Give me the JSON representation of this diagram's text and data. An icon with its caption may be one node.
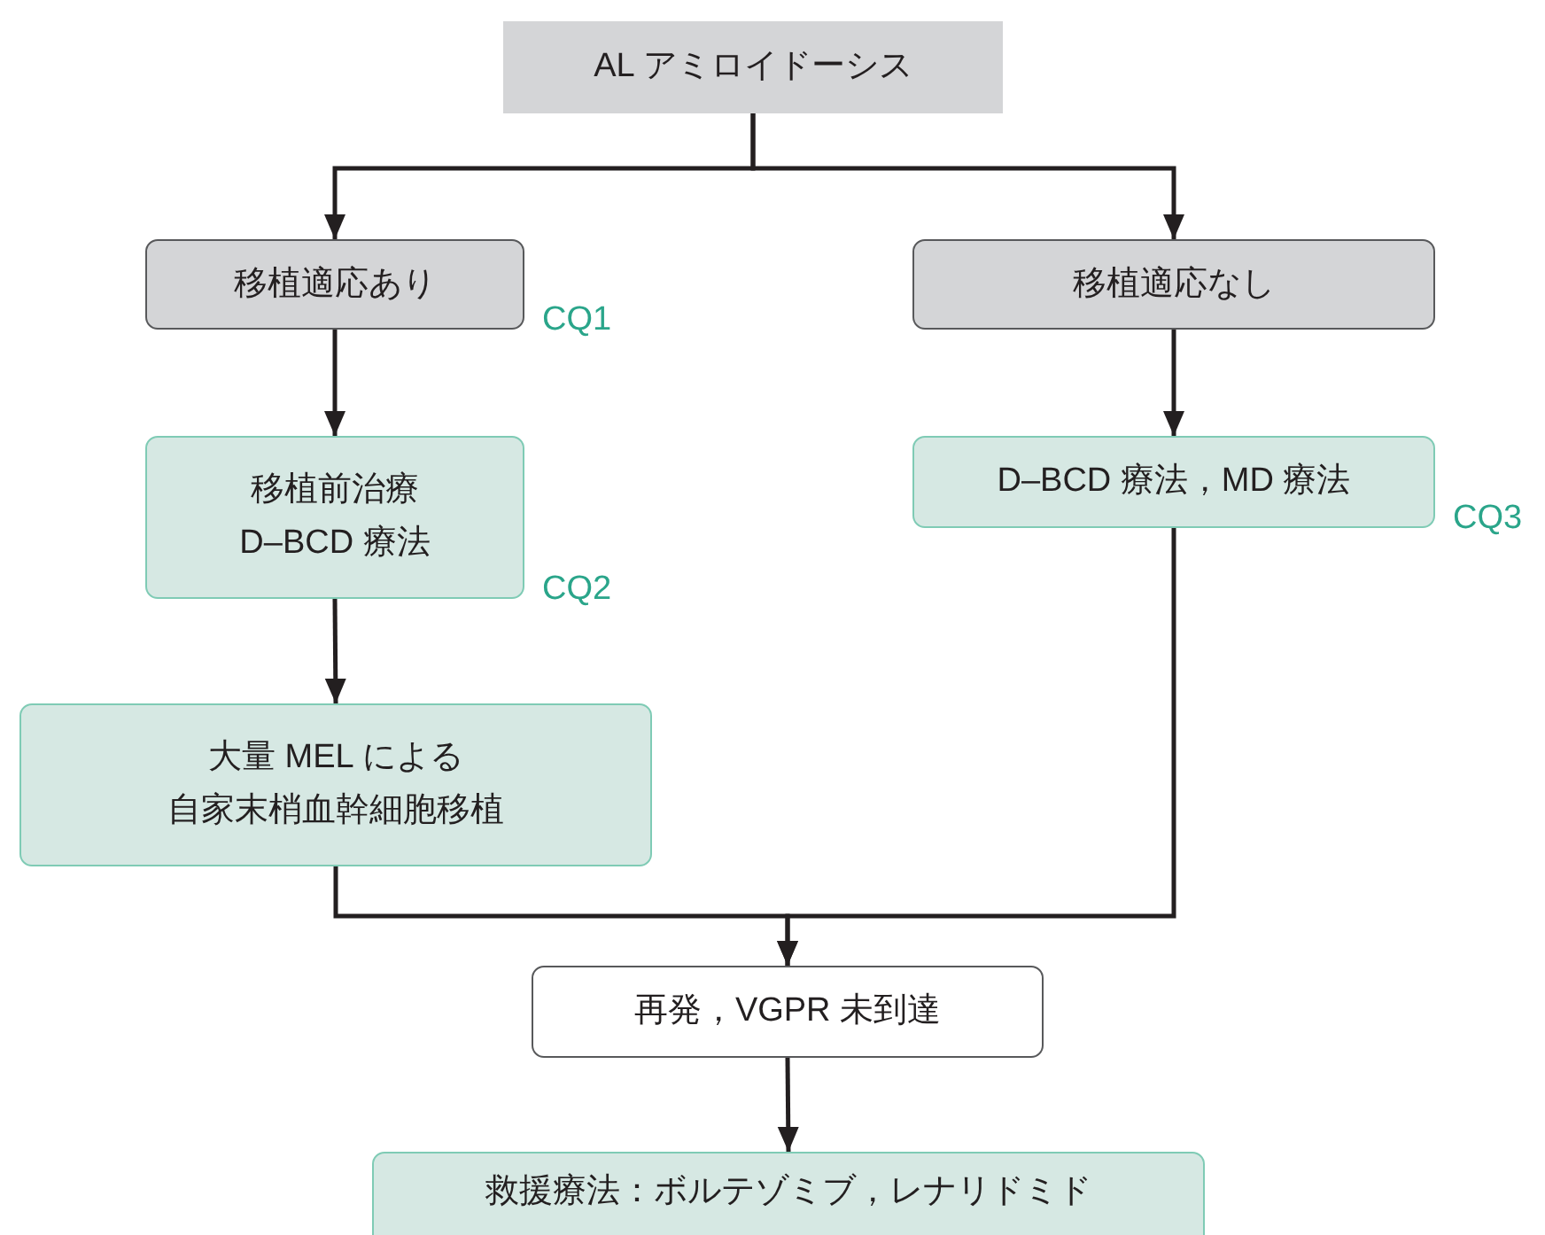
{
  "diagram": {
    "nodes": [
      {
        "text": [
          "AL アミロイドーシス"
        ]
      },
      {
        "text": [
          "移植適応あり"
        ],
        "beside": [
          "CQ1"
        ]
      },
      {
        "text": [
          "移植適応なし"
        ]
      },
      {
        "text": [
          "移植前治療",
          "D–BCD 療法"
        ],
        "beside": [
          "CQ2"
        ]
      },
      {
        "text": [
          "D–BCD 療法，MD 療法"
        ],
        "beside": [
          "CQ3"
        ]
      },
      {
        "text": [
          "大量 MEL による",
          "自家末梢血幹細胞移植"
        ]
      },
      {
        "text": [
          "再発，VGPR 未到達"
        ]
      },
      {
        "text": [
          "救援療法：ボルテゾミブ，レナリドミド"
        ]
      }
    ],
    "edges": [
      {
        "from": 0,
        "to": 1,
        "arrow": "to"
      },
      {
        "from": 0,
        "to": 2,
        "arrow": "to"
      },
      {
        "from": 1,
        "to": 3,
        "arrow": "to"
      },
      {
        "from": 3,
        "to": 5,
        "arrow": "to"
      },
      {
        "from": 2,
        "to": 4,
        "arrow": "to"
      },
      {
        "from": 5,
        "to": 6,
        "arrow": "to"
      },
      {
        "from": 4,
        "to": 6,
        "arrow": "to"
      },
      {
        "from": 6,
        "to": 7,
        "arrow": "to"
      }
    ]
  }
}
